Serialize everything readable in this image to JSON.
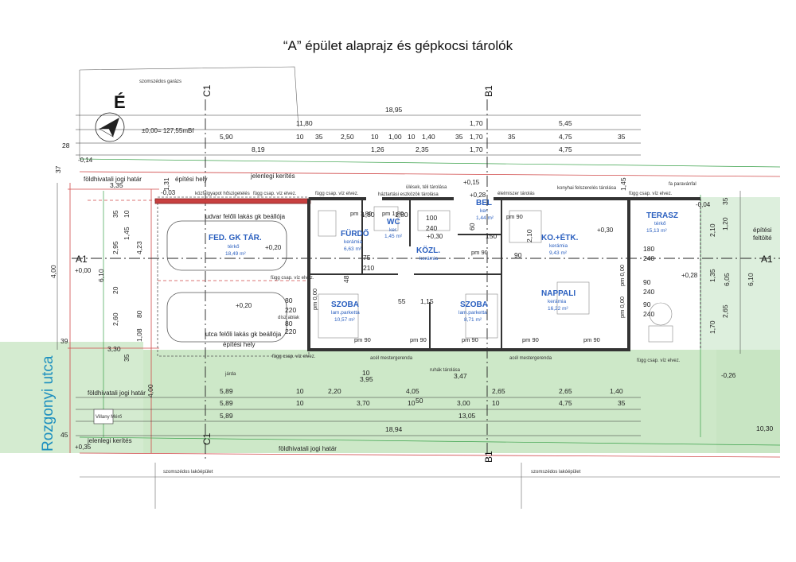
{
  "title": "“A” épület alaprajz és gépkocsi tárolók",
  "street": "Rozgonyi utca",
  "north": "É",
  "elevation": "±0,00= 127,55mBf",
  "axes": {
    "a1": "A1",
    "b1": "B1",
    "c1": "C1"
  },
  "rooms": [
    {
      "name": "FED. GK TÁR.",
      "sub1": "térkő",
      "sub2": "18,49 m²"
    },
    {
      "name": "FÜRDŐ",
      "sub1": "kerámia",
      "sub2": "6,63 m²"
    },
    {
      "name": "WC",
      "sub1": "ker.",
      "sub2": "1,45 m²"
    },
    {
      "name": "KÖZL.",
      "sub1": "kerámia",
      "sub2": ""
    },
    {
      "name": "BEL",
      "sub1": "ker.",
      "sub2": "1,44 m²"
    },
    {
      "name": "KO.+ÉTK.",
      "sub1": "kerámia",
      "sub2": "9,43 m²"
    },
    {
      "name": "TERASZ",
      "sub1": "térkő",
      "sub2": "15,13 m²"
    },
    {
      "name": "SZOBA",
      "sub1": "lam.parketta",
      "sub2": "10,57 m²"
    },
    {
      "name": "SZOBA",
      "sub1": "lam.parketta",
      "sub2": "8,71 m²"
    },
    {
      "name": "NAPPALI",
      "sub1": "kerámia",
      "sub2": "16,22 m²"
    }
  ],
  "labels": {
    "neighbor_garage": "szomszédos garázs",
    "neighbor_house_left": "szomszédos lakóépület",
    "neighbor_house_right": "szomszédos lakóépület",
    "land_registry": "földhivatali jogi határ",
    "building_line": "építési hely",
    "current_fence": "jelenlegi kerítés",
    "building_line_right": "építési",
    "fill_right": "feltölté",
    "courtyard_entry": "udvar felőli lakás gk beállója",
    "street_entry": "utca felőli lakás gk beállója",
    "facade": "közfalgyapot hőszigetelés",
    "chimney": "fa paravánfal",
    "beam": "acél mestergerenda",
    "beam_right": "acél mestergerenda",
    "pipe": "függ csap. víz elvez.",
    "storage": "háztartási eszközök tárolása",
    "storage2": "konyhai felszerelés tárolása",
    "food": "élelmiszer tárolás",
    "wardrobe": "ruhák tárolása",
    "seats": "ülések, téli tárolása",
    "street_box": "Villany Mérő",
    "sidewalk": "járda",
    "decor": "dísz ablak"
  },
  "dims": {
    "top_total": "18,95",
    "top_row1": [
      "11,80",
      "1,70",
      "5,45"
    ],
    "top_row2": [
      "5,90",
      "10",
      "35",
      "2,50",
      "10",
      "1,00",
      "10",
      "1,40",
      "35",
      "1,70",
      "35",
      "4,75",
      "35"
    ],
    "top_row3": [
      "8,19",
      "1,26",
      "2,35",
      "1,70",
      "4,75"
    ],
    "bot_row1": [
      "5,89",
      "10",
      "2,20",
      "4,05",
      "2,65",
      "2,65",
      "1,40"
    ],
    "bot_row2": [
      "5,89",
      "10",
      "3,70",
      "10",
      "3,00",
      "10",
      "4,75",
      "35"
    ],
    "bot_row3": [
      "5,89",
      "13,05"
    ],
    "bot_total": "18,94",
    "right_total": "10,30",
    "left_total": "4,00",
    "left_bottom": "4,00",
    "levels": [
      "-0,14",
      "-0,03",
      "+0,00",
      "+0,20",
      "+0,20",
      "+0,30",
      "+0,15",
      "+0,28",
      "+0,30",
      "-0,04",
      "+0,28",
      "-0,26",
      "+0,35"
    ],
    "small": [
      "28",
      "37",
      "3,35",
      "3,30",
      "39",
      "45",
      "1,31",
      "35",
      "10",
      "1,45",
      "4,23",
      "2,95",
      "6,10",
      "20",
      "2,60",
      "1,08",
      "80",
      "35",
      "80",
      "220",
      "80",
      "220",
      "75",
      "210",
      "48",
      "1,15",
      "55",
      "100",
      "240",
      "60",
      "150",
      "2,10",
      "90",
      "180",
      "240",
      "90",
      "240",
      "90",
      "240",
      "1,45",
      "1,20",
      "35",
      "1,35",
      "6,05",
      "6,10",
      "2,65",
      "1,70",
      "2,10",
      "10",
      "3,95",
      "3,47",
      "50",
      "1,80",
      "1,80"
    ],
    "pm": [
      "pm 1,80",
      "pm 1,80",
      "pm 90",
      "pm 90",
      "pm 90",
      "pm 90",
      "pm 90",
      "pm 90",
      "pm 90",
      "pm 0,00",
      "pm 0,00",
      "pm 0,00"
    ]
  },
  "colors": {
    "accent": "#2a5fbf",
    "street": "#1c8fbf",
    "green": "#b8deb0",
    "red": "#d04a4a",
    "wall": "#333333"
  }
}
